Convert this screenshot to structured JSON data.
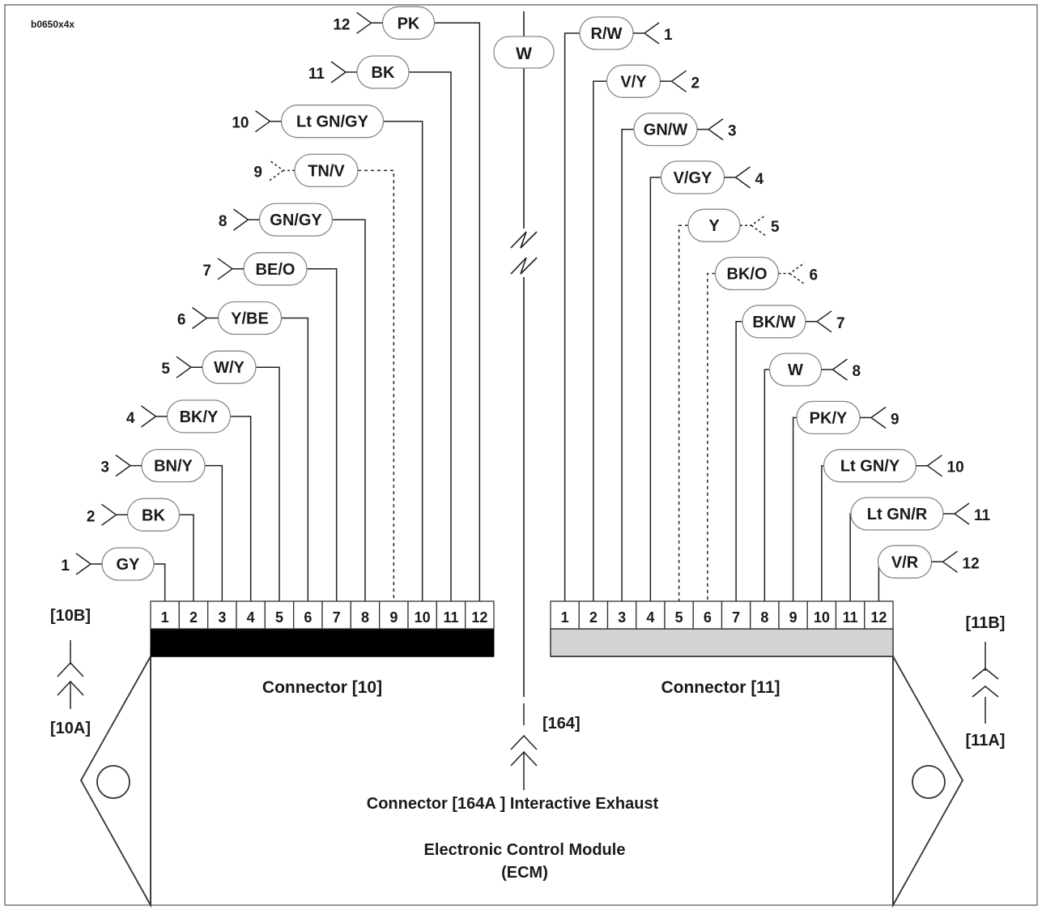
{
  "figure_id": "b0650x4x",
  "center_wire_color": "W",
  "connector10": {
    "label": "Connector [10]",
    "fill": "#000000",
    "wires": [
      {
        "pin": "1",
        "color": "GY",
        "dashed": false
      },
      {
        "pin": "2",
        "color": "BK",
        "dashed": false
      },
      {
        "pin": "3",
        "color": "BN/Y",
        "dashed": false
      },
      {
        "pin": "4",
        "color": "BK/Y",
        "dashed": false
      },
      {
        "pin": "5",
        "color": "W/Y",
        "dashed": false
      },
      {
        "pin": "6",
        "color": "Y/BE",
        "dashed": false
      },
      {
        "pin": "7",
        "color": "BE/O",
        "dashed": false
      },
      {
        "pin": "8",
        "color": "GN/GY",
        "dashed": false
      },
      {
        "pin": "9",
        "color": "TN/V",
        "dashed": true
      },
      {
        "pin": "10",
        "color": "Lt GN/GY",
        "dashed": false
      },
      {
        "pin": "11",
        "color": "BK",
        "dashed": false
      },
      {
        "pin": "12",
        "color": "PK",
        "dashed": false
      }
    ],
    "mating_top": "[10B]",
    "mating_bottom": "[10A]"
  },
  "connector11": {
    "label": "Connector [11]",
    "fill": "#d4d4d4",
    "wires": [
      {
        "pin": "1",
        "color": "R/W",
        "dashed": false
      },
      {
        "pin": "2",
        "color": "V/Y",
        "dashed": false
      },
      {
        "pin": "3",
        "color": "GN/W",
        "dashed": false
      },
      {
        "pin": "4",
        "color": "V/GY",
        "dashed": false
      },
      {
        "pin": "5",
        "color": "Y",
        "dashed": true
      },
      {
        "pin": "6",
        "color": "BK/O",
        "dashed": true
      },
      {
        "pin": "7",
        "color": "BK/W",
        "dashed": false
      },
      {
        "pin": "8",
        "color": "W",
        "dashed": false
      },
      {
        "pin": "9",
        "color": "PK/Y",
        "dashed": false
      },
      {
        "pin": "10",
        "color": "Lt GN/Y",
        "dashed": false
      },
      {
        "pin": "11",
        "color": "Lt GN/R",
        "dashed": false
      },
      {
        "pin": "12",
        "color": "V/R",
        "dashed": false
      }
    ],
    "mating_top": "[11B]",
    "mating_bottom": "[11A]"
  },
  "connector164": {
    "ref": "[164]",
    "label": "Connector [164A ] Interactive Exhaust"
  },
  "ecm": {
    "line1": "Electronic Control Module",
    "line2": "(ECM)"
  }
}
